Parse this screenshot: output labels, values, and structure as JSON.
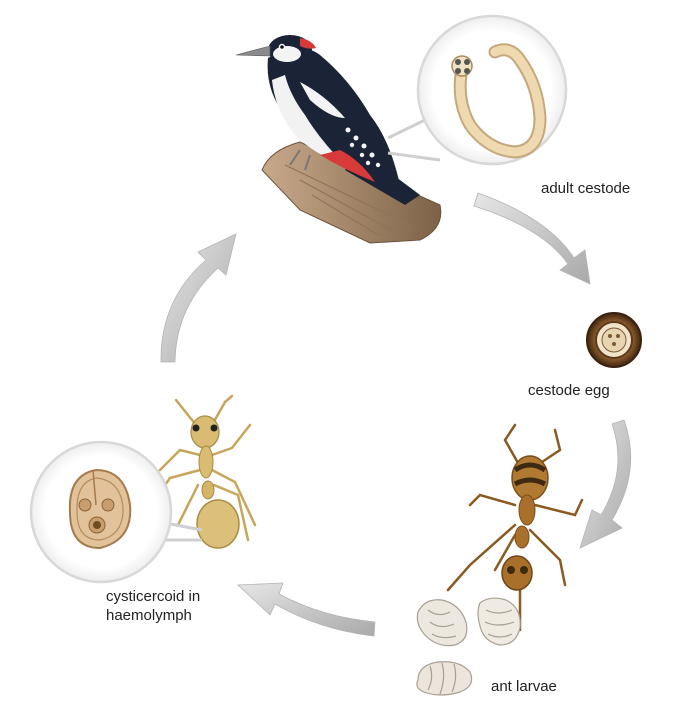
{
  "labels": {
    "adult_cestode": "adult cestode",
    "cestode_egg": "cestode egg",
    "ant_larvae": "ant larvae",
    "cysticercoid_line1": "cysticercoid in",
    "cysticercoid_line2": "haemolymph"
  },
  "cycle": [
    "adult cestode",
    "cestode egg",
    "ant larvae",
    "cysticercoid in haemolymph"
  ],
  "colors": {
    "arrow": "#bdbdbd",
    "callout": "#d8d8d8",
    "woodpecker_black": "#1b2436",
    "woodpecker_red": "#d83a3a",
    "cestode": "#e9d3a8",
    "egg": "#5b3a1c",
    "ant_brown": "#a8702b",
    "ant_yellow": "#d9bc72",
    "larvae": "#ece7df"
  }
}
